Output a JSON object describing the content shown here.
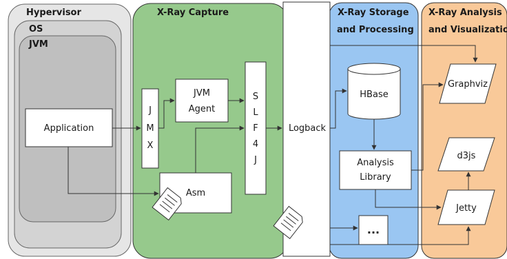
{
  "regions": {
    "hypervisor": "Hypervisor",
    "os": "OS",
    "jvm": "JVM",
    "capture": "X-Ray Capture",
    "storage_line1": "X-Ray Storage",
    "storage_line2": "and Processing",
    "analysis_line1": "X-Ray Analysis",
    "analysis_line2": "and Visualization"
  },
  "nodes": {
    "application": "Application",
    "jmx": [
      "J",
      "M",
      "X"
    ],
    "jvm_agent_line1": "JVM",
    "jvm_agent_line2": "Agent",
    "slf4j": [
      "S",
      "L",
      "F",
      "4",
      "J"
    ],
    "asm": "Asm",
    "logback": "Logback",
    "hbase": "HBase",
    "analysis_library_line1": "Analysis",
    "analysis_library_line2": "Library",
    "ellipsis": "...",
    "graphviz": "Graphviz",
    "d3js": "d3js",
    "jetty": "Jetty"
  },
  "colors": {
    "hypervisor_fill": "#e6e6e6",
    "os_fill": "#d3d3d3",
    "jvm_fill": "#bfbfbf",
    "capture_fill": "#96c98c",
    "storage_fill": "#9ac6f2",
    "analysis_fill": "#f9c999",
    "stroke": "#333333"
  },
  "icons": {
    "document_icon_asm": "document-icon",
    "document_icon_logback": "document-icon"
  }
}
